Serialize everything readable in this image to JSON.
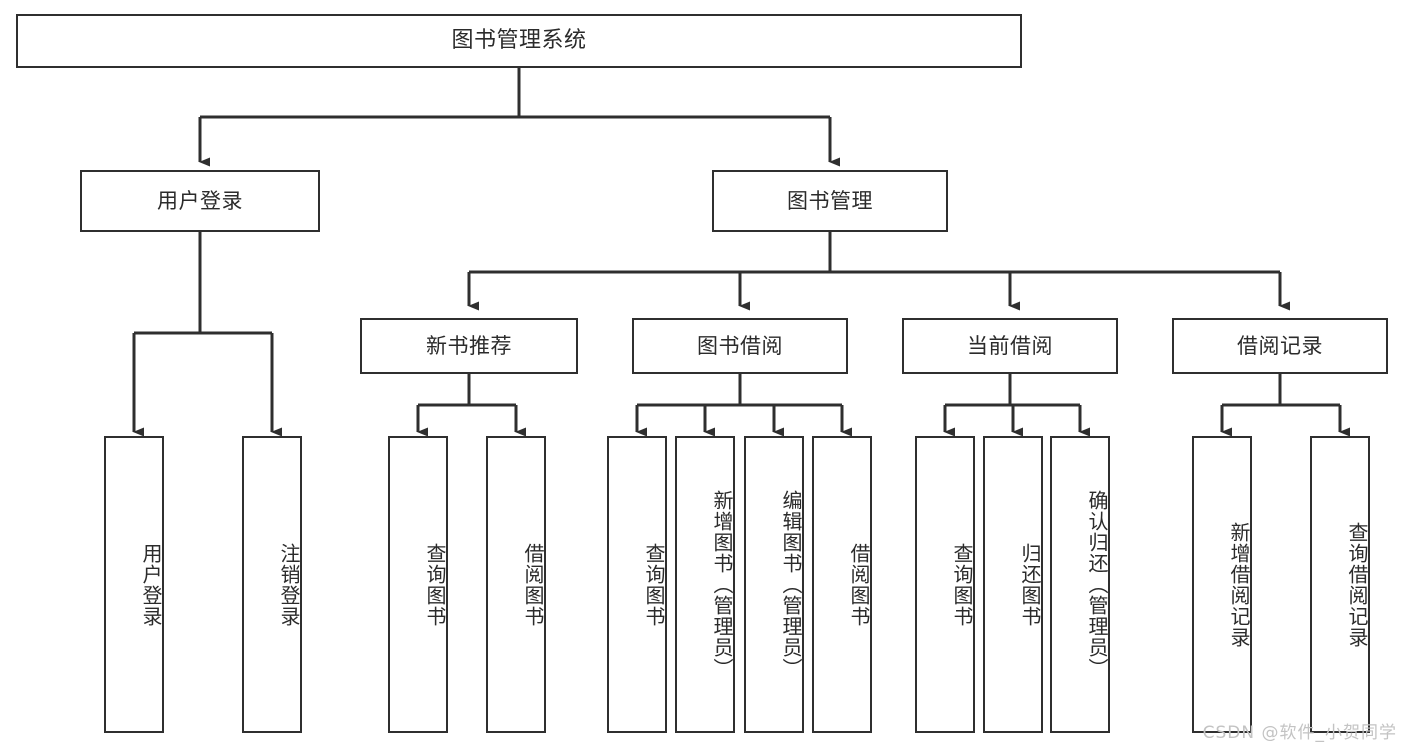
{
  "diagram": {
    "title": "图书管理系统",
    "type": "tree-hierarchy-chart",
    "watermark": "CSDN @软件_小贺同学",
    "colors": {
      "stroke": "#2f2f2f",
      "fill": "#ffffff",
      "text": "#2b2b2b",
      "watermark": "#c3c3c3"
    },
    "levels": {
      "root": {
        "label": "图书管理系统"
      },
      "level1": [
        {
          "label": "用户登录"
        },
        {
          "label": "图书管理"
        }
      ],
      "level2": [
        {
          "label": "新书推荐"
        },
        {
          "label": "图书借阅"
        },
        {
          "label": "当前借阅"
        },
        {
          "label": "借阅记录"
        }
      ],
      "leaves": [
        {
          "label": "用户登录",
          "parent": "用户登录"
        },
        {
          "label": "注销登录",
          "parent": "用户登录"
        },
        {
          "label": "查询图书",
          "parent": "新书推荐"
        },
        {
          "label": "借阅图书",
          "parent": "新书推荐"
        },
        {
          "label": "查询图书",
          "parent": "图书借阅"
        },
        {
          "label": "新增图书（管理员）",
          "parent": "图书借阅"
        },
        {
          "label": "编辑图书（管理员）",
          "parent": "图书借阅"
        },
        {
          "label": "借阅图书",
          "parent": "图书借阅"
        },
        {
          "label": "查询图书",
          "parent": "当前借阅"
        },
        {
          "label": "归还图书",
          "parent": "当前借阅"
        },
        {
          "label": "确认归还（管理员）",
          "parent": "当前借阅"
        },
        {
          "label": "新增借阅记录",
          "parent": "借阅记录"
        },
        {
          "label": "查询借阅记录",
          "parent": "借阅记录"
        }
      ]
    }
  }
}
